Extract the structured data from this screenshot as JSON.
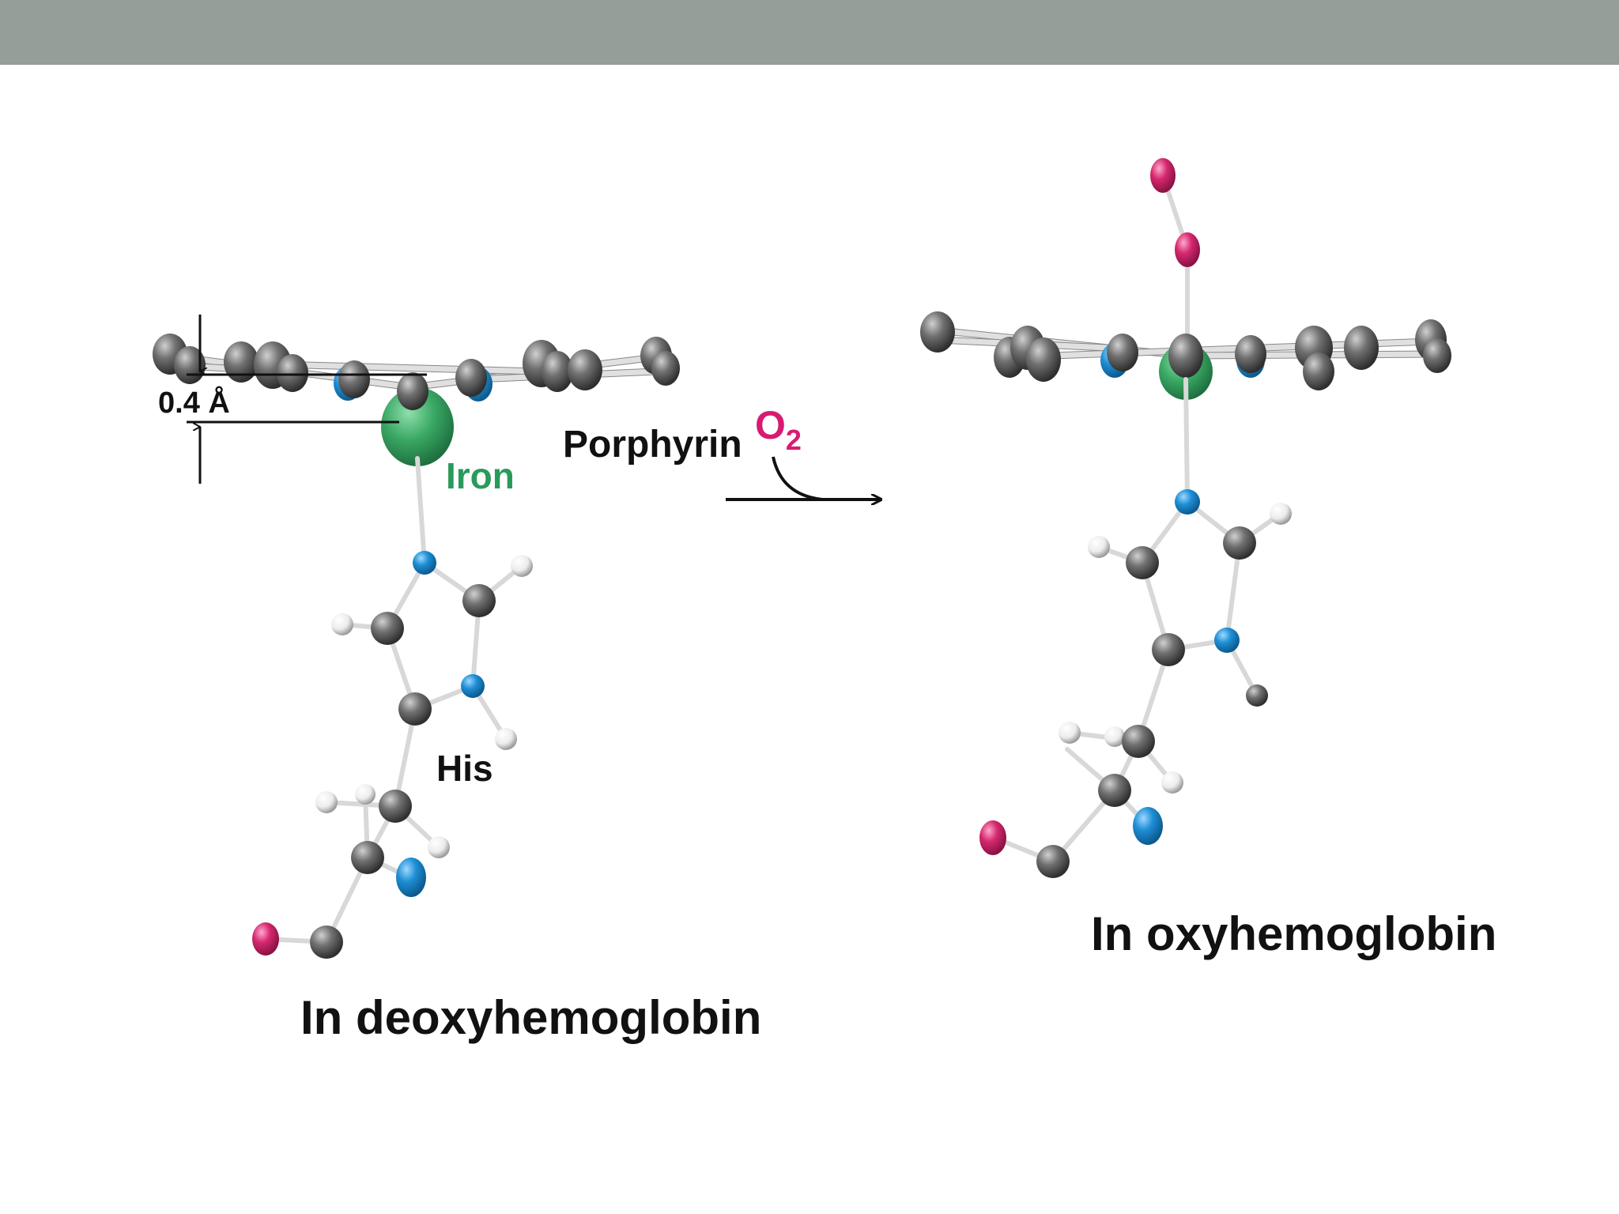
{
  "labels": {
    "distance": "0.4 Å",
    "porphyrin": "Porphyrin",
    "iron": "Iron",
    "his": "His",
    "o2": "O",
    "o2_sub": "2",
    "deoxy_caption": "In deoxyhemoglobin",
    "oxy_caption": "In oxyhemoglobin"
  },
  "colors": {
    "header_bar": "#959e98",
    "carbon": "#5c5c5c",
    "nitrogen": "#1e8fd6",
    "oxygen": "#d6286f",
    "hydrogen": "#ececec",
    "iron": "#3aa865",
    "iron_label": "#2a9a5a",
    "o2_label": "#d81b72"
  }
}
